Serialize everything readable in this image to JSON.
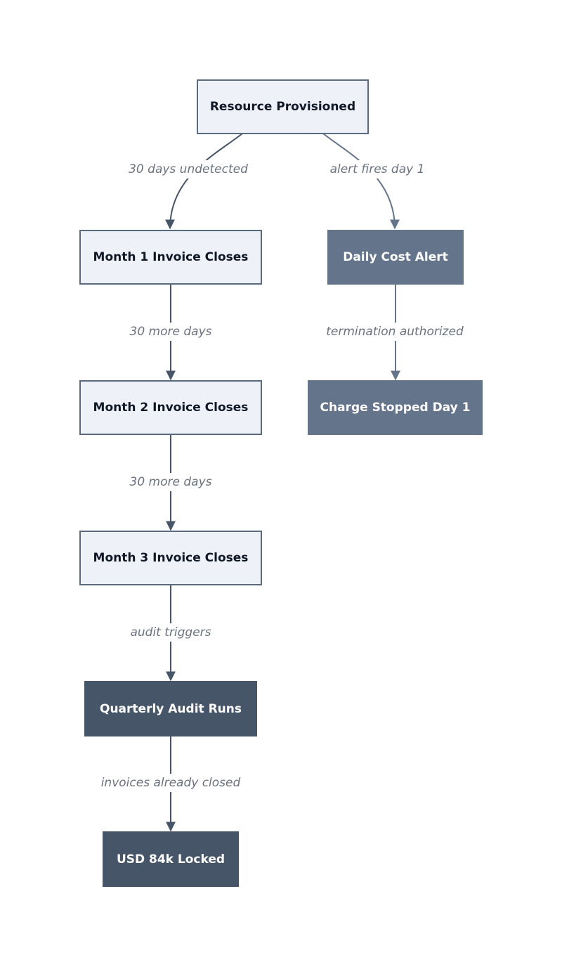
{
  "nodes": {
    "resource_provisioned": "Resource Provisioned",
    "month1": "Month 1 Invoice Closes",
    "month2": "Month 2 Invoice Closes",
    "month3": "Month 3 Invoice Closes",
    "quarterly_audit": "Quarterly Audit Runs",
    "usd_locked": "USD 84k Locked",
    "daily_alert": "Daily Cost Alert",
    "charge_stopped": "Charge Stopped Day 1"
  },
  "edges": {
    "undetected": "30 days undetected",
    "more_days_1": "30 more days",
    "more_days_2": "30 more days",
    "audit_triggers": "audit triggers",
    "already_closed": "invoices already closed",
    "alert_fires": "alert fires day 1",
    "termination": "termination authorized"
  },
  "colors": {
    "light_fill": "#eef2f8",
    "light_stroke": "#5a6b80",
    "mid_fill": "#64748b",
    "dark_fill": "#475569",
    "edge_left": "#475569",
    "edge_right": "#64748b",
    "label_text": "#6b7280"
  }
}
